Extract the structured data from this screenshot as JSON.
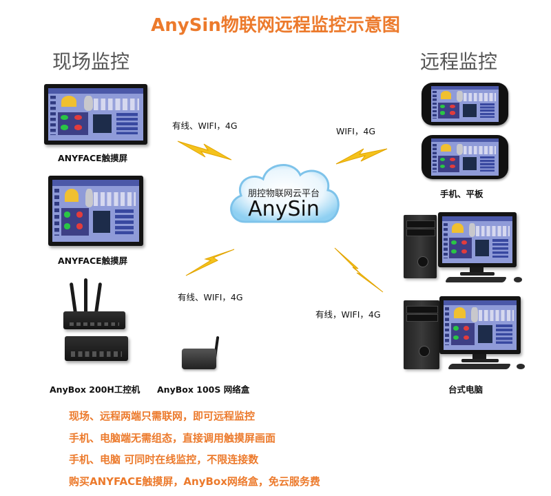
{
  "title": "AnySin物联网远程监控示意图",
  "sections": {
    "onsite": "现场监控",
    "remote": "远程监控"
  },
  "devices": {
    "anyface_1": "ANYFACE触摸屏",
    "anyface_2": "ANYFACE触摸屏",
    "anybox_200h": "AnyBox 200H工控机",
    "anybox_100s": "AnyBox 100S 网络盒",
    "phone_tablet": "手机、平板",
    "desktop": "台式电脑"
  },
  "connections": {
    "top_left": "有线、WIFI，4G",
    "top_right": "WIFI，4G",
    "bottom_left": "有线、WIFI，4G",
    "bottom_right": "有线，WIFI，4G"
  },
  "cloud": {
    "caption": "朋控物联网云平台",
    "name": "AnySin"
  },
  "features": [
    "现场、远程两端只需联网，即可远程监控",
    "手机、电脑端无需组态，直接调用触摸屏画面",
    "手机、电脑 可同时在线监控，不限连接数",
    "购买ANYFACE触摸屏，AnyBox网络盒，免云服务费"
  ],
  "colors": {
    "accent": "#ec7a2c",
    "lightning": "#f4c21c",
    "cloud": "#7ec3ea"
  }
}
